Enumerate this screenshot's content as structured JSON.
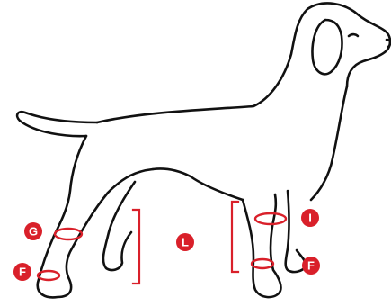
{
  "colors": {
    "outline": "#111111",
    "accent": "#d9202a",
    "background": "#ffffff"
  },
  "labels": {
    "g": "G",
    "f_rear": "F",
    "l": "L",
    "i": "I",
    "f_front": "F"
  }
}
